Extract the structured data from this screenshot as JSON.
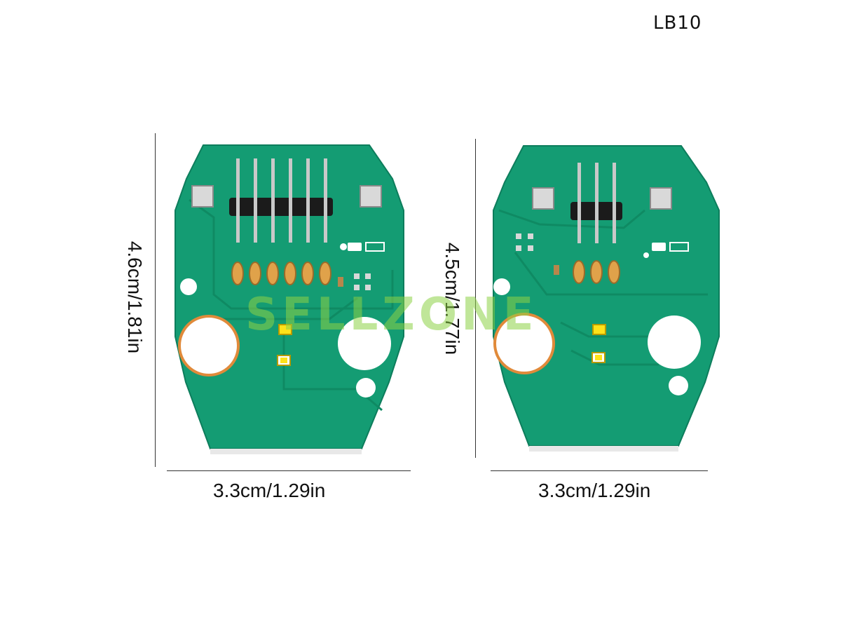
{
  "model_label": "LB10",
  "left_board": {
    "height_label": "4.6cm/1.81in",
    "width_label": "3.3cm/1.29in"
  },
  "right_board": {
    "height_label": "4.5cm/1.77in",
    "width_label": "3.3cm/1.29in"
  },
  "watermark": "SELLZONE",
  "colors": {
    "pcb_green": "#149c73",
    "pcb_trace": "#0f8a63",
    "header_black": "#1b1b1b",
    "pin_silver": "#c9c9c9",
    "pad_gold": "#e0a24a",
    "led_yellow": "#ffe21a"
  }
}
